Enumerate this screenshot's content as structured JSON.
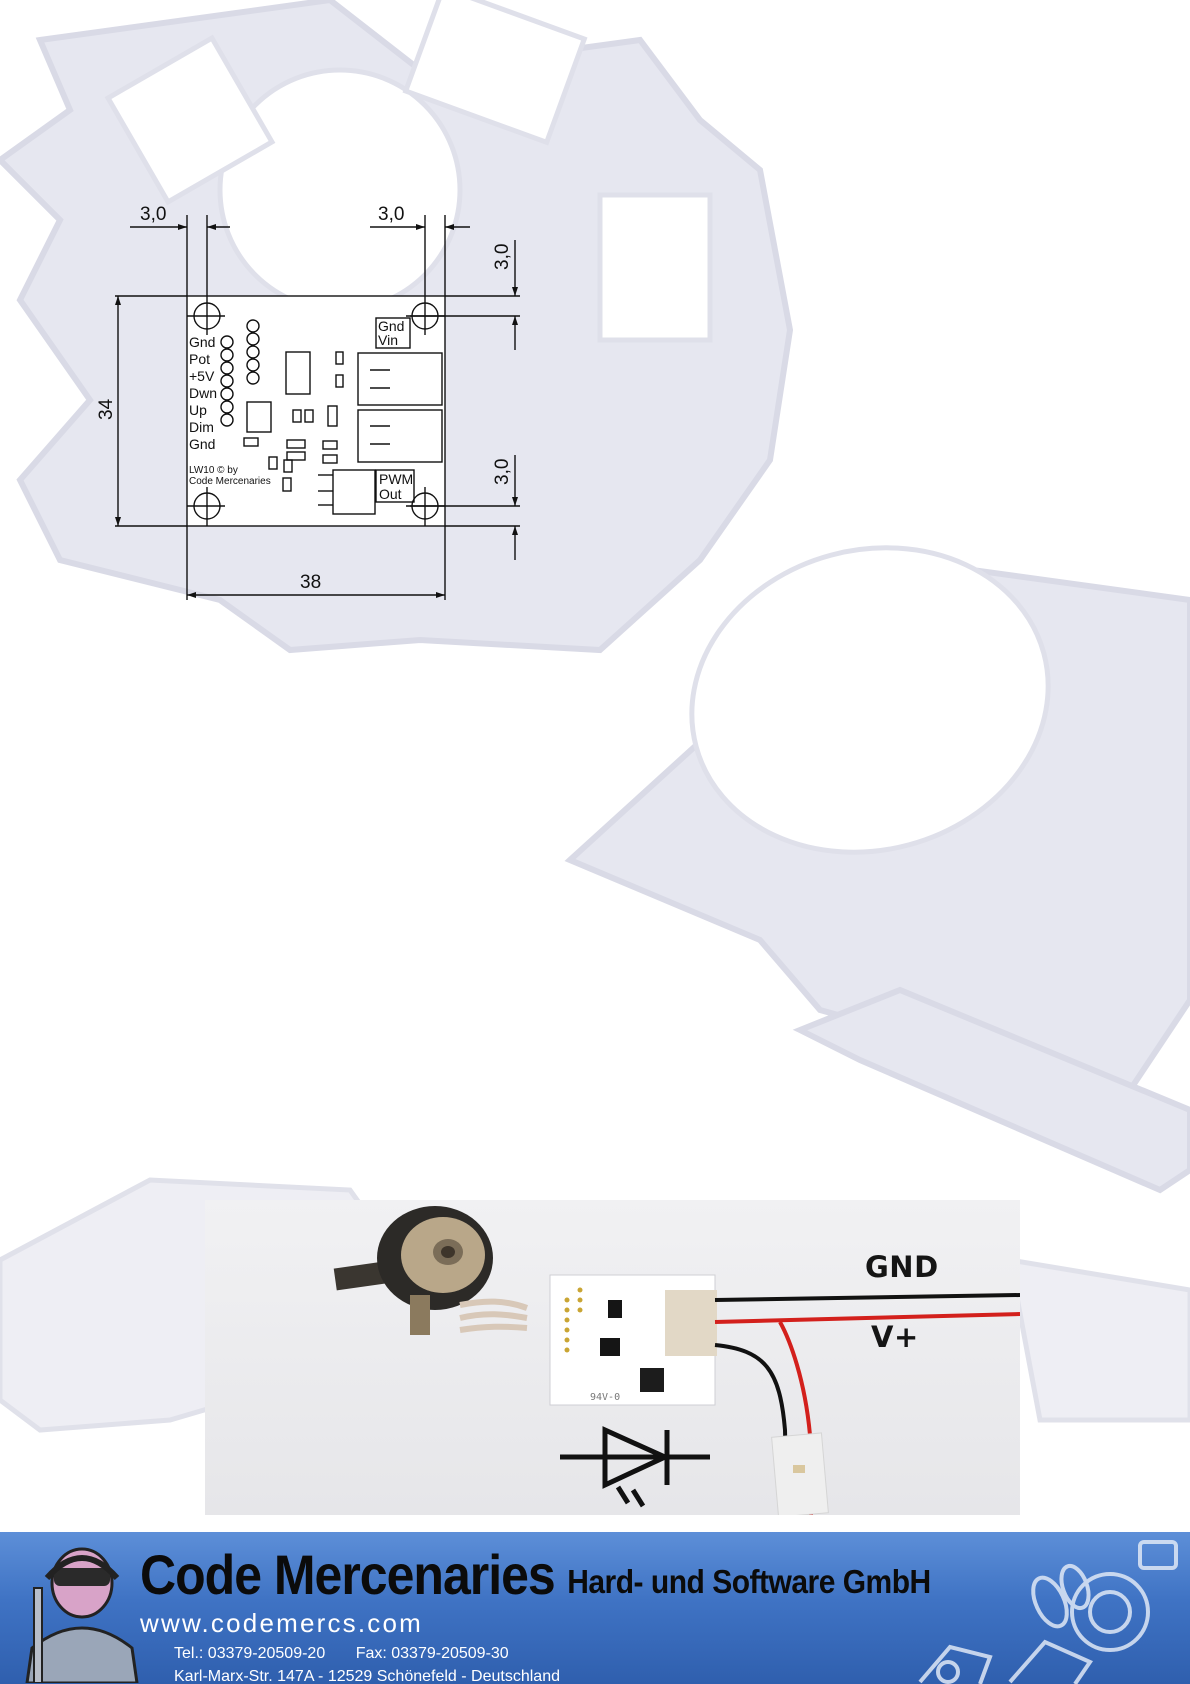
{
  "drawing": {
    "dims": {
      "hole_top_left": "3,0",
      "hole_top_right": "3,0",
      "right_top": "3,0",
      "right_bottom": "3,0",
      "height": "34",
      "width": "38"
    },
    "pin_labels": [
      "Gnd",
      "Pot",
      "+5V",
      "Dwn",
      "Up",
      "Dim",
      "Gnd"
    ],
    "conn_top": [
      "Gnd",
      "Vin"
    ],
    "conn_bottom": [
      "PWM",
      "Out"
    ],
    "credit": [
      "LW10 © by",
      "Code Mercenaries"
    ]
  },
  "photo": {
    "gnd_label": "GND",
    "vplus_label": "V+",
    "board_marks": [
      "94V-0"
    ]
  },
  "footer": {
    "company": "Code Mercenaries",
    "tagline": "Hard- und Software GmbH",
    "website": "www.codemercs.com",
    "tel": "Tel.: 03379-20509-20",
    "fax": "Fax: 03379-20509-30",
    "address": "Karl-Marx-Str. 147A - 12529 Schönefeld - Deutschland"
  },
  "colors": {
    "bg_art": "#e3e4ee",
    "footer_top": "#5d8fd8",
    "footer_bottom": "#2f5fae",
    "wire_red": "#d3201c",
    "wire_black": "#111111"
  }
}
